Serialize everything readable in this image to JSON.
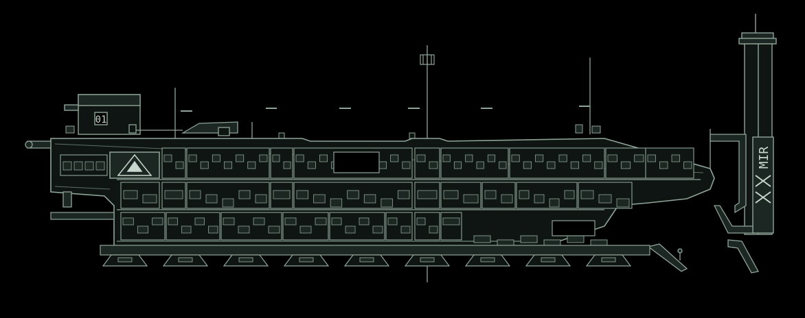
{
  "view": {
    "type": "submarine-blueprint",
    "background_color": "#000000",
    "line_color": "#8fa59a",
    "fill_color": "#1c2622",
    "dark_fill_color": "#0e1512",
    "highlight_color": "#c9d8cf"
  },
  "hull": {
    "room_label": "01",
    "tower_label": "MIR",
    "bridge_badge": "warning-triangle-icon"
  }
}
